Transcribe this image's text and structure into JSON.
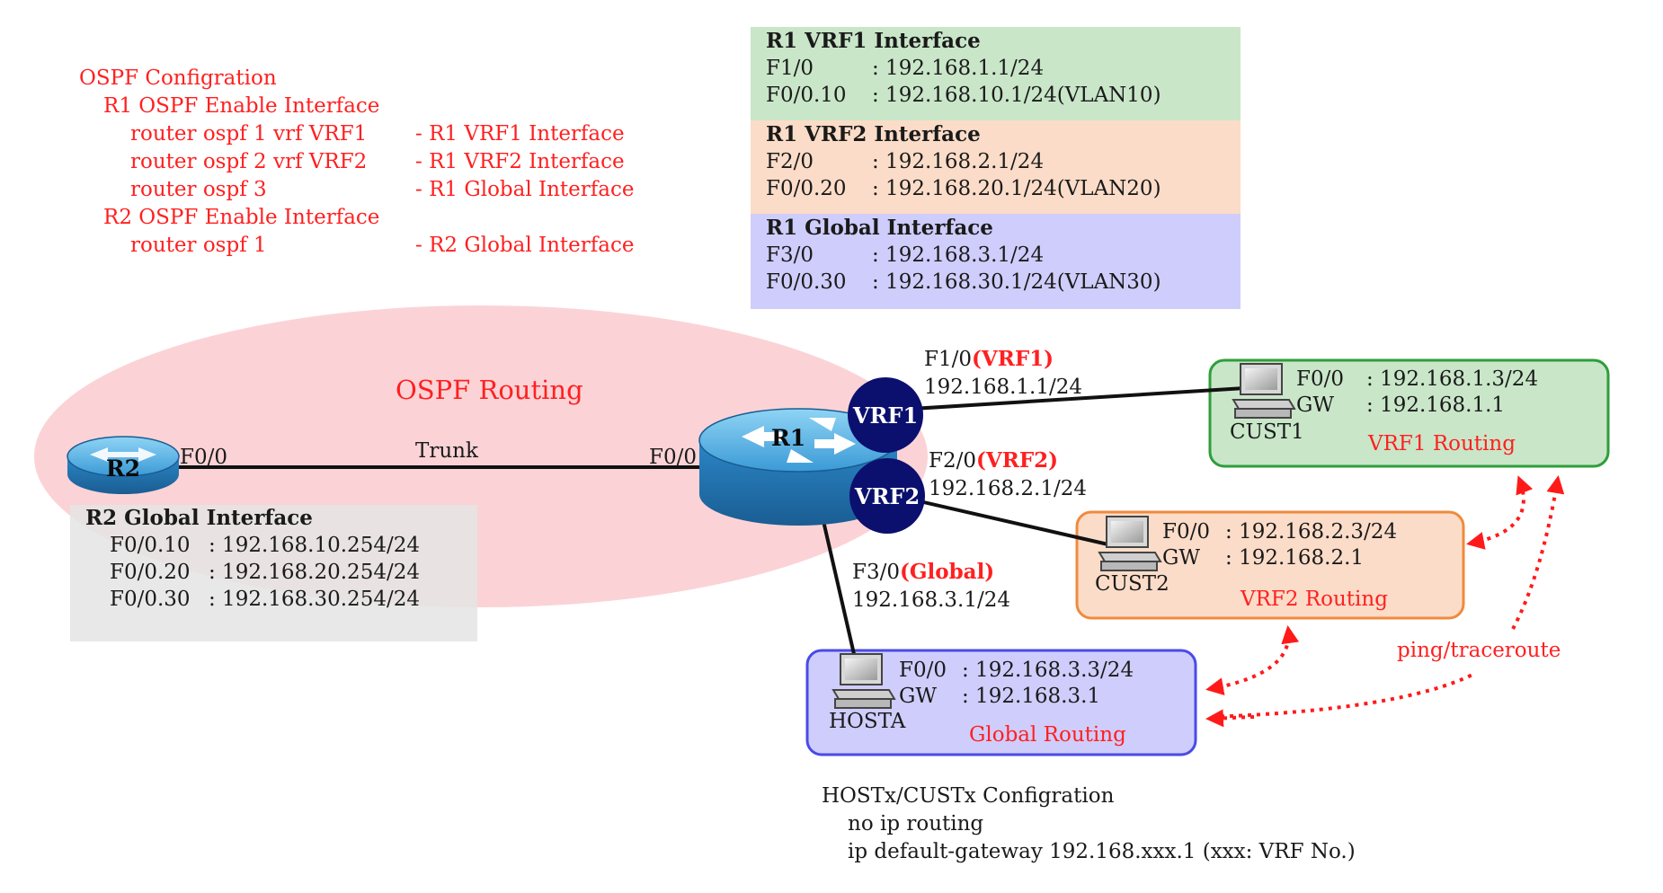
{
  "ospf_config": {
    "title": "OSPF Configration",
    "r1_header": "R1 OSPF Enable Interface",
    "r1_lines": [
      {
        "cmd": "router ospf 1 vrf VRF1",
        "target": "- R1 VRF1 Interface"
      },
      {
        "cmd": "router ospf 2 vrf VRF2",
        "target": "- R1 VRF2 Interface"
      },
      {
        "cmd": "router ospf 3",
        "target": "- R1 Global Interface"
      }
    ],
    "r2_header": "R2 OSPF Enable Interface",
    "r2_lines": [
      {
        "cmd": "router ospf 1",
        "target": "- R2 Global Interface"
      }
    ]
  },
  "r1_tables": [
    {
      "title": "R1 VRF1 Interface",
      "color": "#c9e6c9",
      "rows": [
        {
          "intf": "F1/0",
          "addr": ": 192.168.1.1/24"
        },
        {
          "intf": "F0/0.10",
          "addr": ": 192.168.10.1/24(VLAN10)"
        }
      ]
    },
    {
      "title": "R1 VRF2 Interface",
      "color": "#fbdcc8",
      "rows": [
        {
          "intf": "F2/0",
          "addr": ": 192.168.2.1/24"
        },
        {
          "intf": "F0/0.20",
          "addr": ": 192.168.20.1/24(VLAN20)"
        }
      ]
    },
    {
      "title": "R1 Global Interface",
      "color": "#cfcdfb",
      "rows": [
        {
          "intf": "F3/0",
          "addr": ": 192.168.3.1/24"
        },
        {
          "intf": "F0/0.30",
          "addr": ": 192.168.30.1/24(VLAN30)"
        }
      ]
    }
  ],
  "ospf_area_label": "OSPF Routing",
  "trunk_label": "Trunk",
  "r2": {
    "name": "R2",
    "port": "F0/0",
    "table_title": "R2 Global Interface",
    "rows": [
      {
        "intf": "F0/0.10",
        "addr": ": 192.168.10.254/24"
      },
      {
        "intf": "F0/0.20",
        "addr": ": 192.168.20.254/24"
      },
      {
        "intf": "F0/0.30",
        "addr": ": 192.168.30.254/24"
      }
    ]
  },
  "r1": {
    "name": "R1",
    "port_f00": "F0/0",
    "vrf1": "VRF1",
    "vrf2": "VRF2",
    "f10_port": "F1/0",
    "f10_tag": "(VRF1)",
    "f10_ip": "192.168.1.1/24",
    "f20_port": "F2/0",
    "f20_tag": "(VRF2)",
    "f20_ip": "192.168.2.1/24",
    "f30_port": "F3/0",
    "f30_tag": "(Global)",
    "f30_ip": "192.168.3.1/24"
  },
  "hosts": [
    {
      "id": "cust1",
      "name": "CUST1",
      "ip_label": "F0/0",
      "ip": ": 192.168.1.3/24",
      "gw_label": "GW",
      "gw": ": 192.168.1.1",
      "routing": "VRF1 Routing",
      "fill": "#c9e6c9",
      "stroke": "#2e9e3a"
    },
    {
      "id": "cust2",
      "name": "CUST2",
      "ip_label": "F0/0",
      "ip": ": 192.168.2.3/24",
      "gw_label": "GW",
      "gw": ": 192.168.2.1",
      "routing": "VRF2 Routing",
      "fill": "#fbdcc8",
      "stroke": "#f08a3c"
    },
    {
      "id": "hosta",
      "name": "HOSTA",
      "ip_label": "F0/0",
      "ip": ": 192.168.3.3/24",
      "gw_label": "GW",
      "gw": ": 192.168.3.1",
      "routing": "Global Routing",
      "fill": "#cfcdfb",
      "stroke": "#4a4ae8"
    }
  ],
  "ping_label": "ping/traceroute",
  "host_config": {
    "title": "HOSTx/CUSTx Configration",
    "lines": [
      "no ip routing",
      "ip default-gateway 192.168.xxx.1 (xxx: VRF No.)"
    ]
  },
  "colors": {
    "accent_red": "#ff2020",
    "ospf_area": "#fbd3d6",
    "r2_table": "#e4e4e4",
    "router_blue": "#2f8fd0",
    "vrf_circle": "#0b0f6e"
  }
}
